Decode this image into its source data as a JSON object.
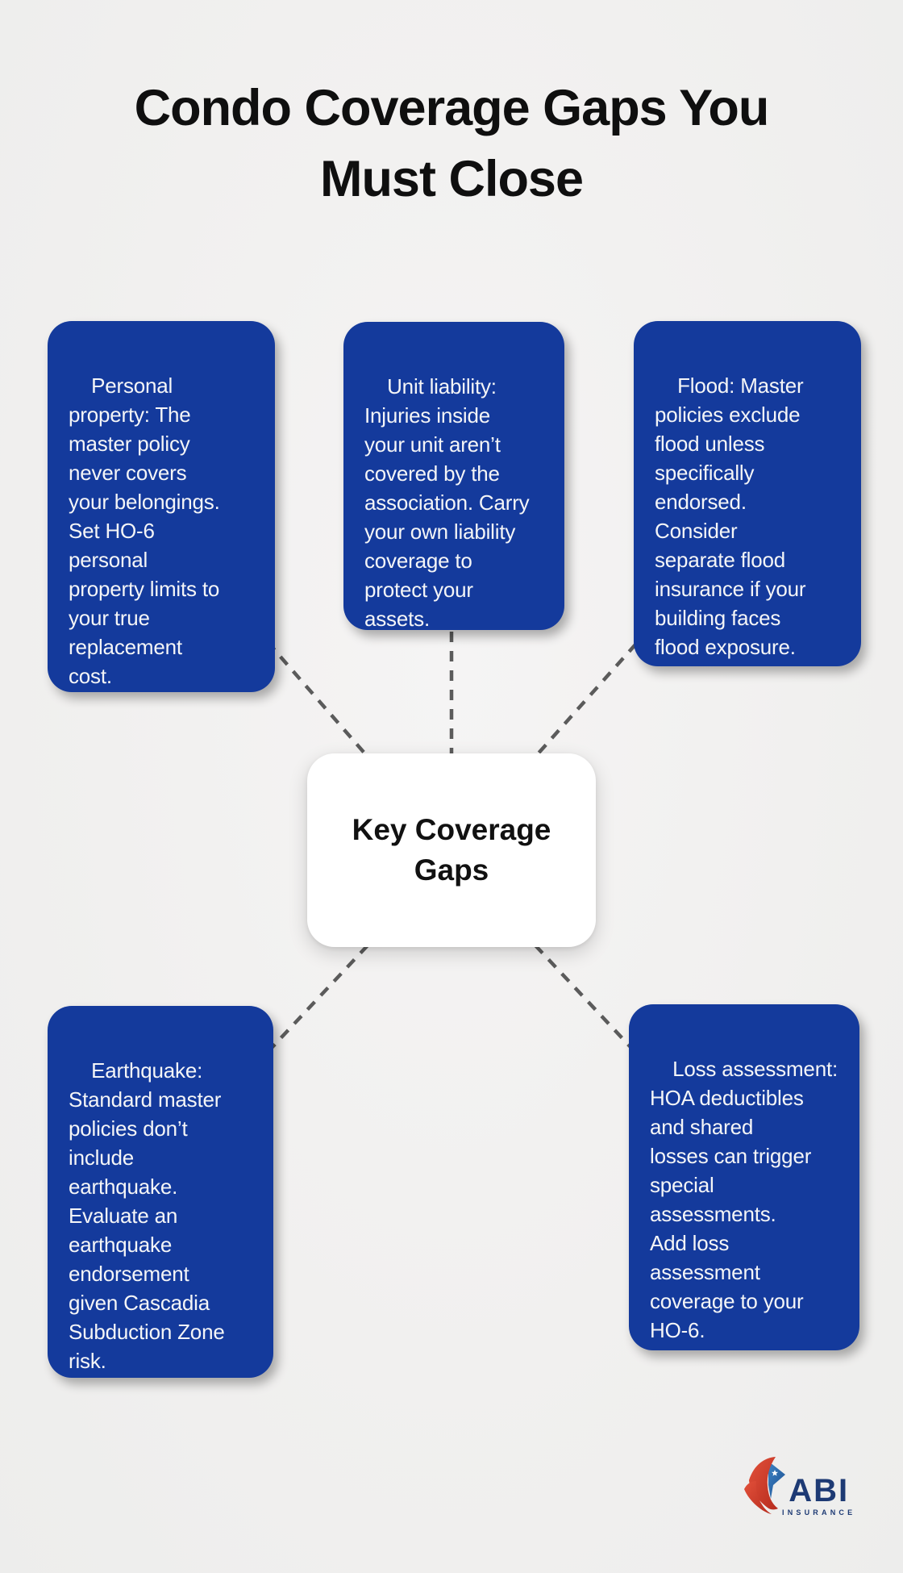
{
  "title": "Condo Coverage Gaps You\nMust Close",
  "center": {
    "label": "Key Coverage\nGaps"
  },
  "boxes": {
    "personal_property": "Personal\nproperty: The\nmaster policy\nnever covers\nyour belongings.\nSet HO-6\npersonal\nproperty limits to\nyour true\nreplacement\ncost.",
    "unit_liability": "Unit liability:\nInjuries inside\nyour unit aren’t\ncovered by the\nassociation. Carry\nyour own liability\ncoverage to\nprotect your\nassets.",
    "flood": "Flood: Master\npolicies exclude\nflood unless\nspecifically\nendorsed.\nConsider\nseparate flood\ninsurance if your\nbuilding faces\nflood exposure.",
    "earthquake": "Earthquake:\nStandard master\npolicies don’t\ninclude\nearthquake.\nEvaluate an\nearthquake\nendorsement\ngiven Cascadia\nSubduction Zone\nrisk.",
    "loss_assessment": "Loss assessment:\nHOA deductibles\nand shared\nlosses can trigger\nspecial\nassessments.\nAdd loss\nassessment\ncoverage to your\nHO-6."
  },
  "logo": {
    "brand": "ABI",
    "tagline": "INSURANCE"
  },
  "colors": {
    "background": "#f1f0ef",
    "box_blue": "#143a9c",
    "box_text": "#f4f5f7",
    "connector_gray": "#5b5b5b",
    "title_black": "#0f0f0f",
    "logo_navy": "#1d3a74",
    "logo_red": "#cf3425",
    "logo_blue": "#2e71b3"
  }
}
